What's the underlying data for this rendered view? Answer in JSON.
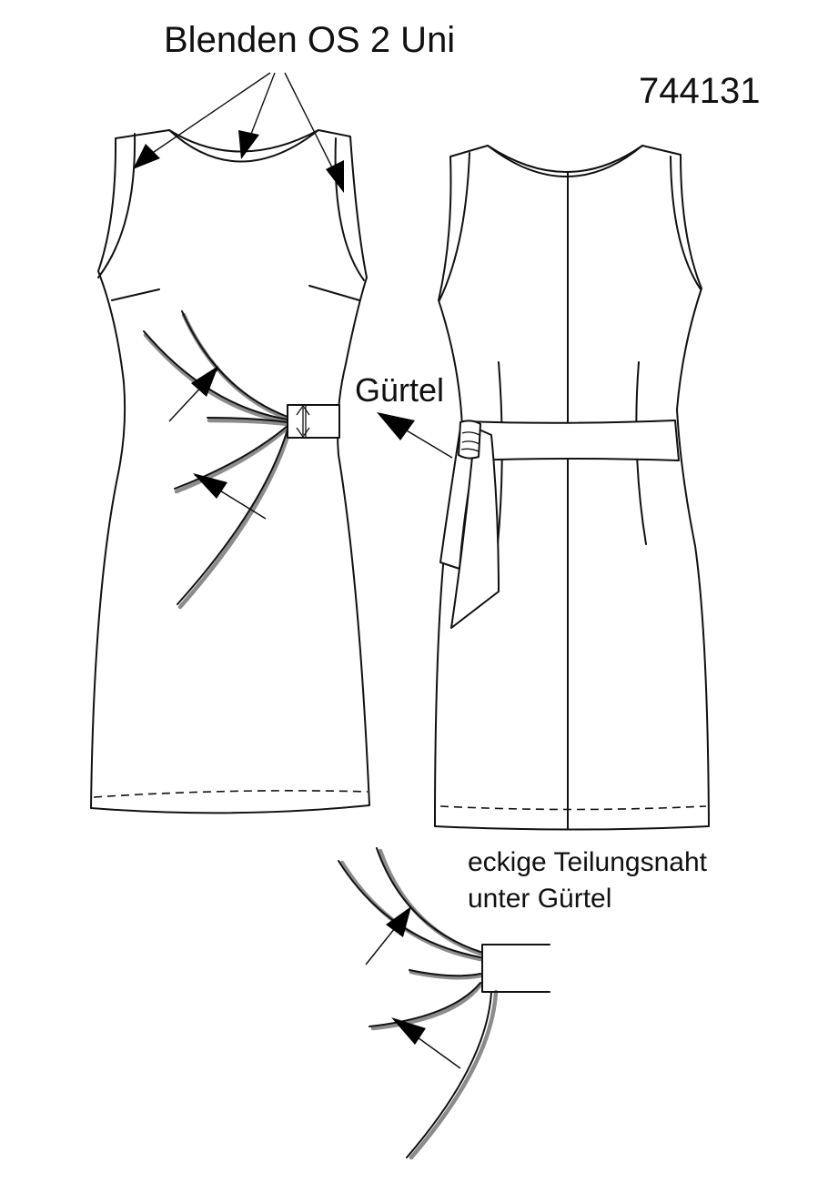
{
  "labels": {
    "title": "Blenden OS 2 Uni",
    "model_number": "744131",
    "belt": "Gürtel",
    "detail_note_line1": "eckige Teilungsnaht",
    "detail_note_line2": "unter Gürtel"
  },
  "colors": {
    "line": "#111111",
    "facing_shading": "#8c8c8c",
    "background": "#ffffff"
  }
}
